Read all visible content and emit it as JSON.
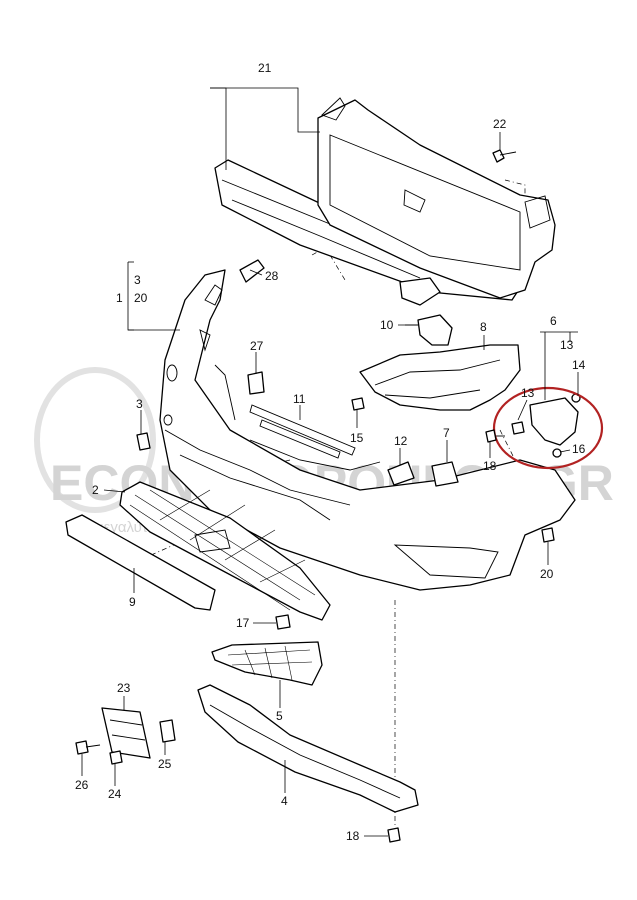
{
  "watermark": {
    "brand": "ECONOMOPOULOS.GR",
    "tagline": "μεγαλύτερο ηλεκτρονικό κατάστημα ανταλλακτικών"
  },
  "highlight_color": "#b22222",
  "labels": {
    "l21": "21",
    "l22": "22",
    "l3a": "3",
    "l1": "1",
    "l20a": "20",
    "l28": "28",
    "l10": "10",
    "l8": "8",
    "l6": "6",
    "l13a": "13",
    "l14": "14",
    "l13b": "13",
    "l16": "16",
    "l27": "27",
    "l11": "11",
    "l3b": "3",
    "l15": "15",
    "l12": "12",
    "l7": "7",
    "l18a": "18",
    "l2": "2",
    "l9": "9",
    "l20b": "20",
    "l17": "17",
    "l5": "5",
    "l23": "23",
    "l25": "25",
    "l26": "26",
    "l24": "24",
    "l4": "4",
    "l18b": "18"
  }
}
